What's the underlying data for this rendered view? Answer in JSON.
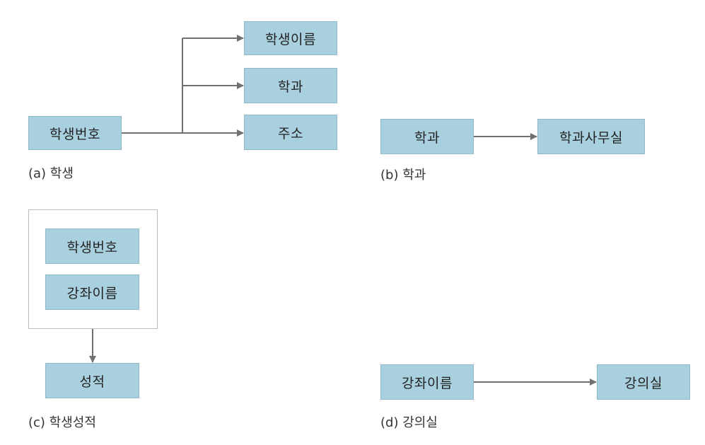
{
  "panels": {
    "a": {
      "caption": "(a) 학생",
      "source": "학생번호",
      "targets": [
        "학생이름",
        "학과",
        "주소"
      ]
    },
    "b": {
      "caption": "(b) 학과",
      "source": "학과",
      "target": "학과사무실"
    },
    "c": {
      "caption": "(c) 학생성적",
      "sources": [
        "학생번호",
        "강좌이름"
      ],
      "target": "성적"
    },
    "d": {
      "caption": "(d) 강의실",
      "source": "강좌이름",
      "target": "강의실"
    }
  },
  "colors": {
    "box_fill": "#a9d0de",
    "arrow": "#707070",
    "frame": "#bdbdbd"
  }
}
